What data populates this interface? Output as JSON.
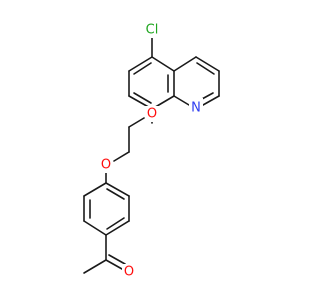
{
  "molecule": {
    "atoms": {
      "chlorine": "Cl",
      "quinoline_nitrogen": "N",
      "ether_oxygen_quinoline": "O",
      "ether_oxygen_phenyl": "O",
      "carbonyl_oxygen": "O"
    },
    "colors": {
      "bond": "#1a1a1a",
      "chlorine": "#1fa51f",
      "nitrogen": "#2f3ef0",
      "oxygen": "#ff0d0d",
      "background": "#ffffff"
    }
  }
}
